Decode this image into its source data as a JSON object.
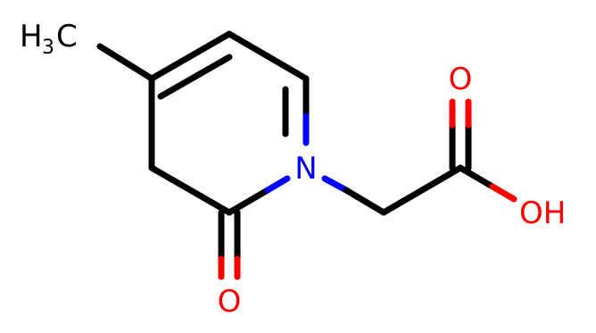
{
  "molecule": {
    "colors": {
      "bond": "#000000",
      "nitrogen": "#0000ff",
      "oxygen": "#ff0000",
      "carbon_label": "#000000"
    },
    "labels": {
      "methyl_h": "H",
      "methyl_sub": "3",
      "methyl_c": "C",
      "nitrogen": "N",
      "carbonyl_o": "O",
      "acid_o": "O",
      "hydroxyl": "OH"
    }
  }
}
